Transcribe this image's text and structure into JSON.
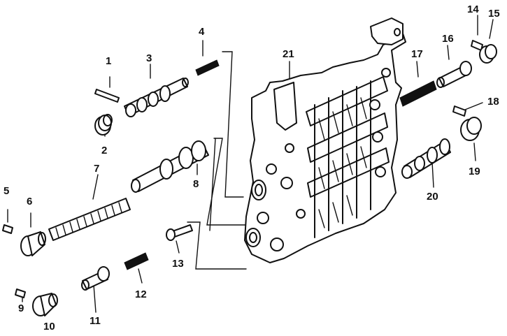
{
  "diagram": {
    "labels": [
      "1",
      "2",
      "3",
      "4",
      "5",
      "6",
      "7",
      "8",
      "9",
      "10",
      "11",
      "12",
      "13",
      "14",
      "15",
      "16",
      "17",
      "18",
      "19",
      "20",
      "21"
    ],
    "colors": {
      "ink": "#111111",
      "paper": "#ffffff"
    }
  }
}
